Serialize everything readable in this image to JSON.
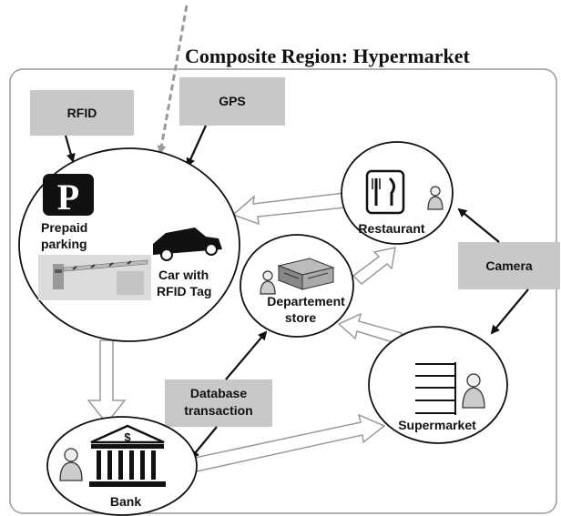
{
  "title": "Composite Region: Hypermarket",
  "sources": {
    "rfid": "RFID",
    "gps": "GPS",
    "camera": "Camera",
    "database_line1": "Database",
    "database_line2": "transaction"
  },
  "regions": {
    "parking_line1": "Prepaid",
    "parking_line2": "parking",
    "parking_sign": "P",
    "car_line1": "Car with",
    "car_line2": "RFID Tag",
    "restaurant": "Restaurant",
    "department_line1": "Departement",
    "department_line2": "store",
    "supermarket": "Supermarket",
    "bank": "Bank",
    "bank_symbol": "$"
  },
  "colors": {
    "source_box": "#c8c8c8",
    "region_border": "#999999",
    "arrow": "#111111",
    "flow_arrow_outline": "#9a9a9a"
  }
}
